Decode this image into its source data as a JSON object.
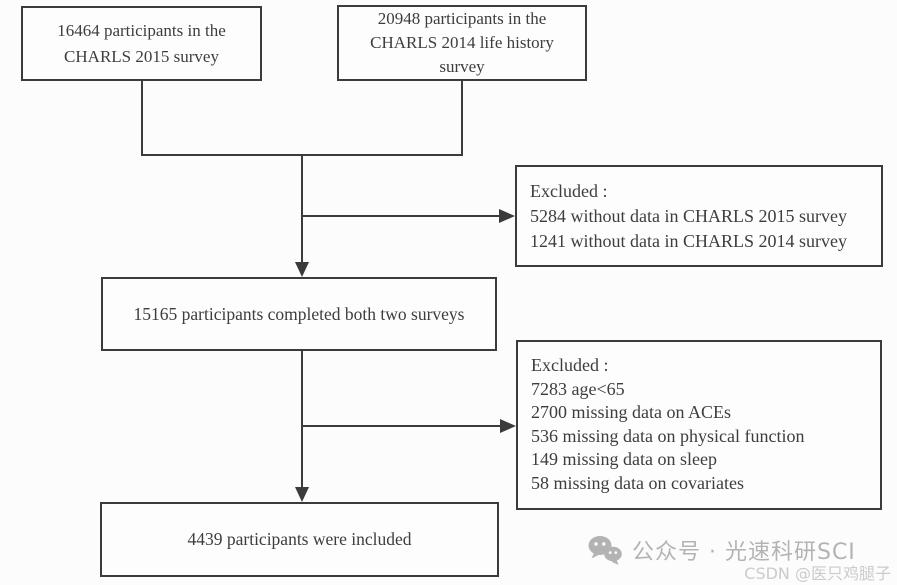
{
  "figure": {
    "boxes": {
      "charls2015": {
        "lines": [
          "16464 participants in the",
          "CHARLS 2015 survey"
        ]
      },
      "charls2014": {
        "lines": [
          "20948 participants in the",
          "CHARLS 2014 life history",
          "survey"
        ]
      },
      "excluded1": {
        "title": "Excluded :",
        "items": [
          "5284 without data in CHARLS 2015 survey",
          "1241 without data in CHARLS 2014 survey"
        ]
      },
      "completed": {
        "text": "15165 participants completed both two surveys"
      },
      "excluded2": {
        "title": "Excluded :",
        "items": [
          "7283 age<65",
          "2700 missing data on ACEs",
          "536 missing data on physical function",
          "149 missing data on sleep",
          "58 missing data on covariates"
        ]
      },
      "included": {
        "text": "4439 participants were included"
      }
    },
    "colors": {
      "line": "#3b3b3b",
      "text": "#3d3d3d",
      "background": "#fcfcfc",
      "watermark_gray": "#b3b3b3",
      "csdn_gray": "#cbcbcb"
    }
  },
  "watermark": {
    "wechat_icon": "wechat-icon",
    "wechat_text": "公众号 · 光速科研SCI",
    "csdn_text": "CSDN @医只鸡腿子"
  }
}
